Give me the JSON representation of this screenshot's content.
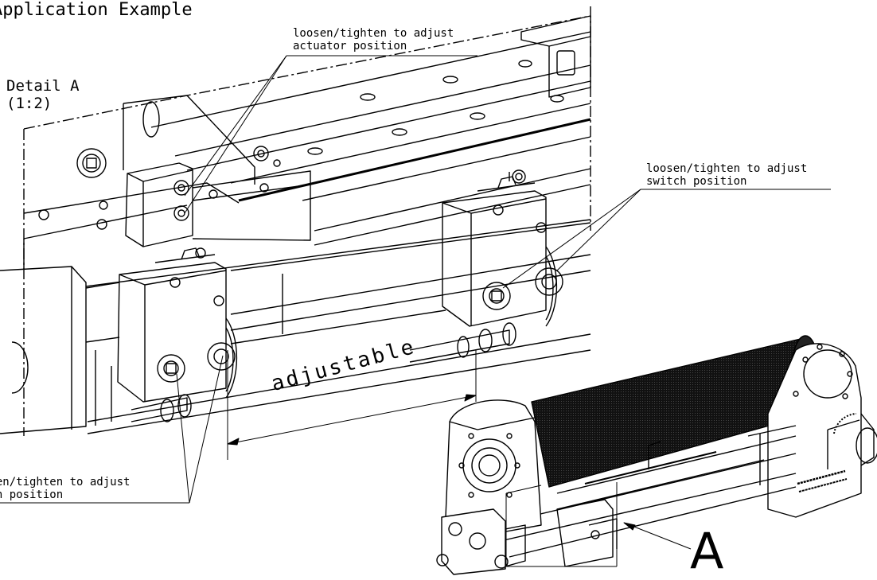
{
  "diagram": {
    "title": "Application Example",
    "detail_label": "Detail A\n(1:2)",
    "callouts": {
      "actuator": "loosen/tighten to adjust\nactuator position",
      "switch_right": "loosen/tighten to adjust\nswitch position",
      "switch_left": "osen/tighten to adjust\ntch position"
    },
    "dimension_label": "adjustable",
    "reference_letter": "A"
  }
}
